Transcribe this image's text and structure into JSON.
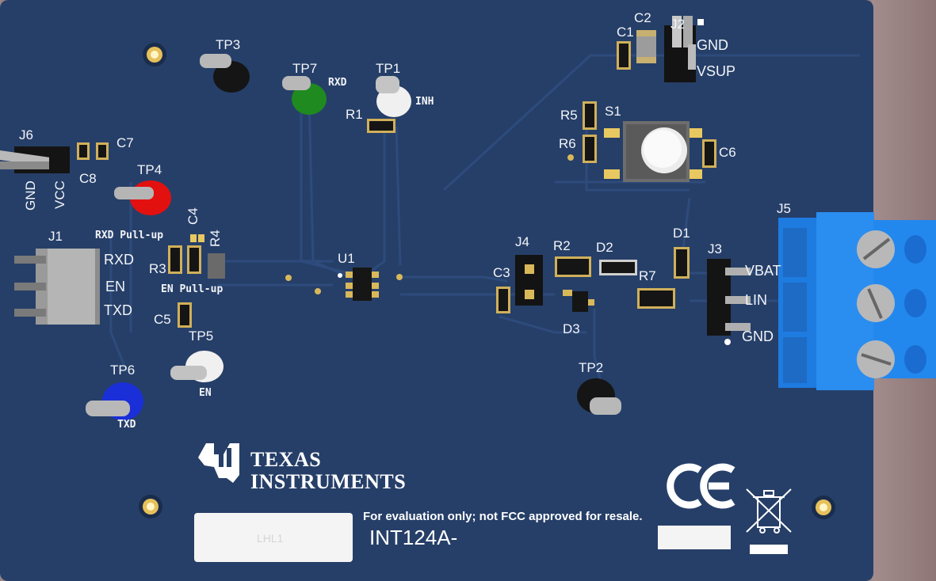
{
  "board": {
    "silkscreen": {
      "j6": "J6",
      "c7": "C7",
      "c8": "C8",
      "gnd_v": "GND",
      "vcc_v": "VCC",
      "tp3": "TP3",
      "tp7": "TP7",
      "rxd_tp": "RXD",
      "tp1": "TP1",
      "inh": "INH",
      "r1": "R1",
      "c2": "C2",
      "c1": "C1",
      "j2": "J2",
      "gnd_j2": "GND",
      "vsup": "VSUP",
      "r5": "R5",
      "s1": "S1",
      "r6": "R6",
      "c6": "C6",
      "tp4": "TP4",
      "c4": "C4",
      "r4": "R4",
      "rxd_pullup": "RXD Pull-up",
      "j1": "J1",
      "rxd_j1": "RXD",
      "en_j1": "EN",
      "txd_j1": "TXD",
      "r3": "R3",
      "en_pullup": "EN Pull-up",
      "u1": "U1",
      "c5": "C5",
      "tp5": "TP5",
      "en_tp": "EN",
      "tp6": "TP6",
      "txd_tp": "TXD",
      "j4": "J4",
      "r2": "R2",
      "d2": "D2",
      "d1": "D1",
      "j3": "J3",
      "j5": "J5",
      "c3": "C3",
      "r7": "R7",
      "d3": "D3",
      "vbat": "VBAT",
      "lin": "LIN",
      "gnd_j3": "GND",
      "tp2": "TP2"
    },
    "logo": {
      "line1": "TEXAS",
      "line2": "INSTRUMENTS"
    },
    "ce_mark": "CE",
    "disclaimer": "For evaluation only; not FCC approved for resale.",
    "board_id": "INT124A-",
    "blank_label": "LHL1"
  },
  "colors": {
    "pcb": "#263f68",
    "terminal_block": "#1e7be0",
    "tp_red": "#e31010",
    "tp_green": "#1f8a1f",
    "tp_blue": "#1a2fd8",
    "tp_black": "#151515",
    "tp_white": "#f0f0f0"
  },
  "icons": [
    "ti-logo-icon",
    "ce-mark-icon",
    "weee-bin-icon",
    "mounting-hole-icon"
  ]
}
